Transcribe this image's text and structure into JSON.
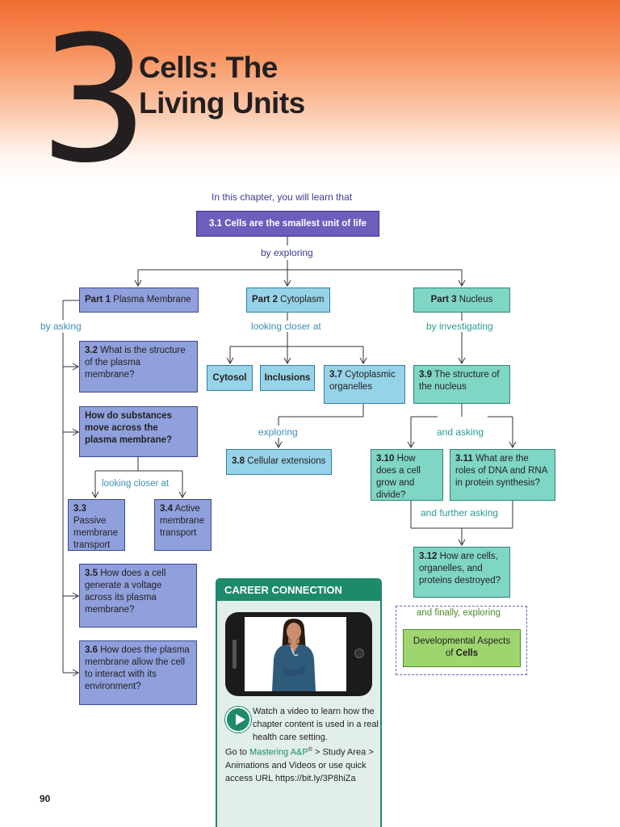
{
  "chapter": {
    "number": "3",
    "title": "Cells: The Living Units"
  },
  "intro": "In this chapter, you will learn that",
  "main_concept": {
    "num": "3.1",
    "text": "Cells are the smallest unit of life"
  },
  "connectors": {
    "by_exploring": "by exploring",
    "by_asking": "by asking",
    "looking_closer_at": "looking closer at",
    "by_investigating": "by investigating",
    "exploring": "exploring",
    "and_asking": "and asking",
    "looking_closer_at_2": "looking closer at",
    "and_further_asking": "and further asking",
    "and_finally_exploring": "and finally, exploring"
  },
  "parts": {
    "part1": {
      "num": "Part 1",
      "text": "Plasma Membrane"
    },
    "part2": {
      "num": "Part 2",
      "text": "Cytoplasm"
    },
    "part3": {
      "num": "Part 3",
      "text": "Nucleus"
    }
  },
  "questions": {
    "q3_2": {
      "num": "3.2",
      "text": "What is the structure of the plasma membrane?"
    },
    "q_substances": "How do substances move across the plasma membrane?",
    "q3_3": {
      "num": "3.3",
      "text": "Passive membrane transport"
    },
    "q3_4": {
      "num": "3.4",
      "text": "Active membrane transport"
    },
    "q3_5": {
      "num": "3.5",
      "text": "How does a cell generate a voltage across its plasma membrane?"
    },
    "q3_6": {
      "num": "3.6",
      "text": "How does the plasma membrane allow the cell to interact with its environment?"
    },
    "cytosol": "Cytosol",
    "inclusions": "Inclusions",
    "q3_7": {
      "num": "3.7",
      "text": "Cytoplasmic organelles"
    },
    "q3_8": {
      "num": "3.8",
      "text": "Cellular extensions"
    },
    "q3_9": {
      "num": "3.9",
      "text": "The structure of the nucleus"
    },
    "q3_10": {
      "num": "3.10",
      "text": "How does a cell grow and divide?"
    },
    "q3_11": {
      "num": "3.11",
      "text": "What are the roles of DNA and RNA in protein synthesis?"
    },
    "q3_12": {
      "num": "3.12",
      "text": "How are cells, organelles, and proteins destroyed?"
    },
    "dev": {
      "text": "Developmental Aspects of",
      "bold": "Cells"
    }
  },
  "career": {
    "title": "CAREER CONNECTION",
    "watch_text": "Watch a video to learn how the chapter content is used in a real health care setting.",
    "goto_prefix": "Go to",
    "link": "Mastering A&P",
    "reg": "®",
    "goto_suffix": "> Study Area > Animations and Videos or use quick access URL https://bit.ly/3P8hiZa"
  },
  "page_number": "90",
  "colors": {
    "main_concept": "#6f5dbd",
    "plasma_membrane": "#8fa0dc",
    "cytoplasm": "#97d3e8",
    "nucleus": "#7fd6c4",
    "developmental": "#9ed56f",
    "career": "#1e8a6c"
  }
}
